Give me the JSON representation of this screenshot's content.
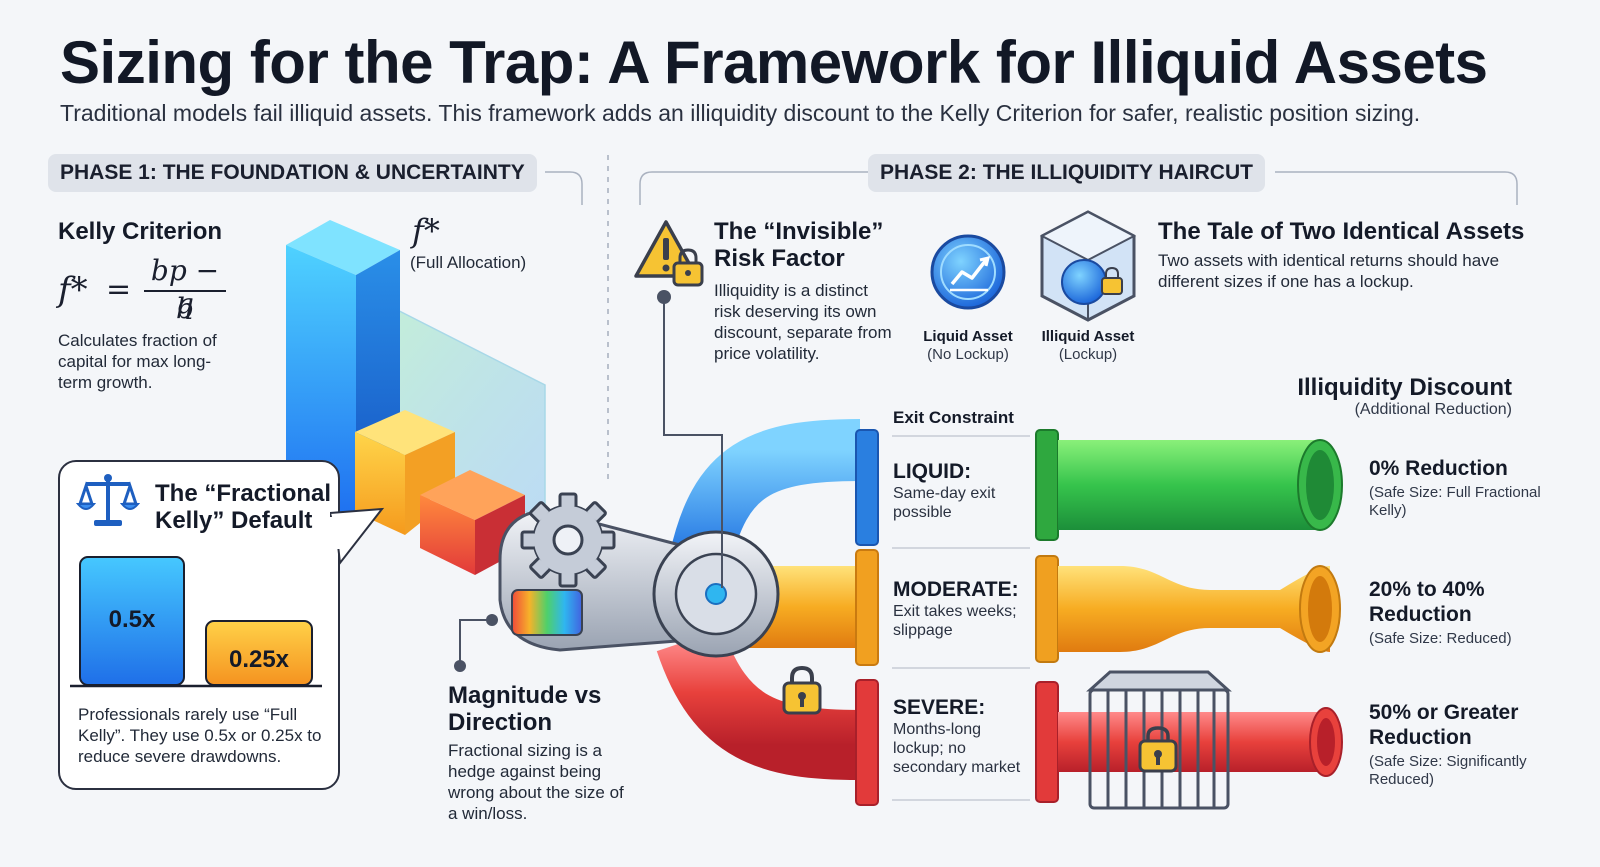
{
  "header": {
    "title": "Sizing for the Trap: A Framework for Illiquid Assets",
    "subtitle": "Traditional models fail illiquid assets. This framework adds an illiquidity discount to the Kelly Criterion for safer, realistic position sizing."
  },
  "phase1": {
    "label": "PHASE 1: THE FOUNDATION & UNCERTAINTY",
    "kelly": {
      "title": "Kelly Criterion",
      "formula_lhs": "f*",
      "formula_eq": "=",
      "formula_num": "bp − q",
      "formula_den": "b",
      "desc": "Calculates fraction of capital for max long-term growth."
    },
    "full_alloc": {
      "symbol": "f*",
      "label": "(Full Allocation)"
    },
    "fractional": {
      "title": "The “Fractional Kelly” Default",
      "bars": [
        {
          "label": "0.5x",
          "value": 0.5,
          "color": "#2f8df0"
        },
        {
          "label": "0.25x",
          "value": 0.25,
          "color": "#f6a623"
        }
      ],
      "desc": "Professionals rarely use “Full Kelly”. They use 0.5x or 0.25x to reduce severe drawdowns."
    },
    "magnitude": {
      "title": "Magnitude vs Direction",
      "desc": "Fractional sizing is a hedge against being wrong about the size of a win/loss."
    }
  },
  "phase2": {
    "label": "PHASE 2: THE ILLIQUIDITY HAIRCUT",
    "invisible": {
      "title": "The “Invisible” Risk Factor",
      "desc": "Illiquidity is a distinct risk deserving its own discount, separate from price volatility."
    },
    "assets": [
      {
        "name": "Liquid Asset",
        "sub": "(No Lockup)"
      },
      {
        "name": "Illiquid Asset",
        "sub": "(Lockup)"
      }
    ],
    "tale": {
      "title": "The Tale of Two Identical Assets",
      "desc": "Two assets with identical returns should have different sizes if one has a lockup."
    },
    "exit_header": "Exit Constraint",
    "discount_header": "Illiquidity Discount",
    "discount_sub": "(Additional Reduction)",
    "levels": [
      {
        "name": "LIQUID:",
        "desc": "Same-day exit possible",
        "reduction": "0% Reduction",
        "safe": "(Safe Size: Full Fractional Kelly)",
        "color": "#34c24a"
      },
      {
        "name": "MODERATE:",
        "desc": "Exit takes weeks; slippage",
        "reduction": "20% to 40% Reduction",
        "safe": "(Safe Size: Reduced)",
        "color": "#f5a623"
      },
      {
        "name": "SEVERE:",
        "desc": "Months-long lockup; no secondary market",
        "reduction": "50% or Greater Reduction",
        "safe": "(Safe Size: Significantly Reduced)",
        "color": "#e8413c"
      }
    ]
  }
}
